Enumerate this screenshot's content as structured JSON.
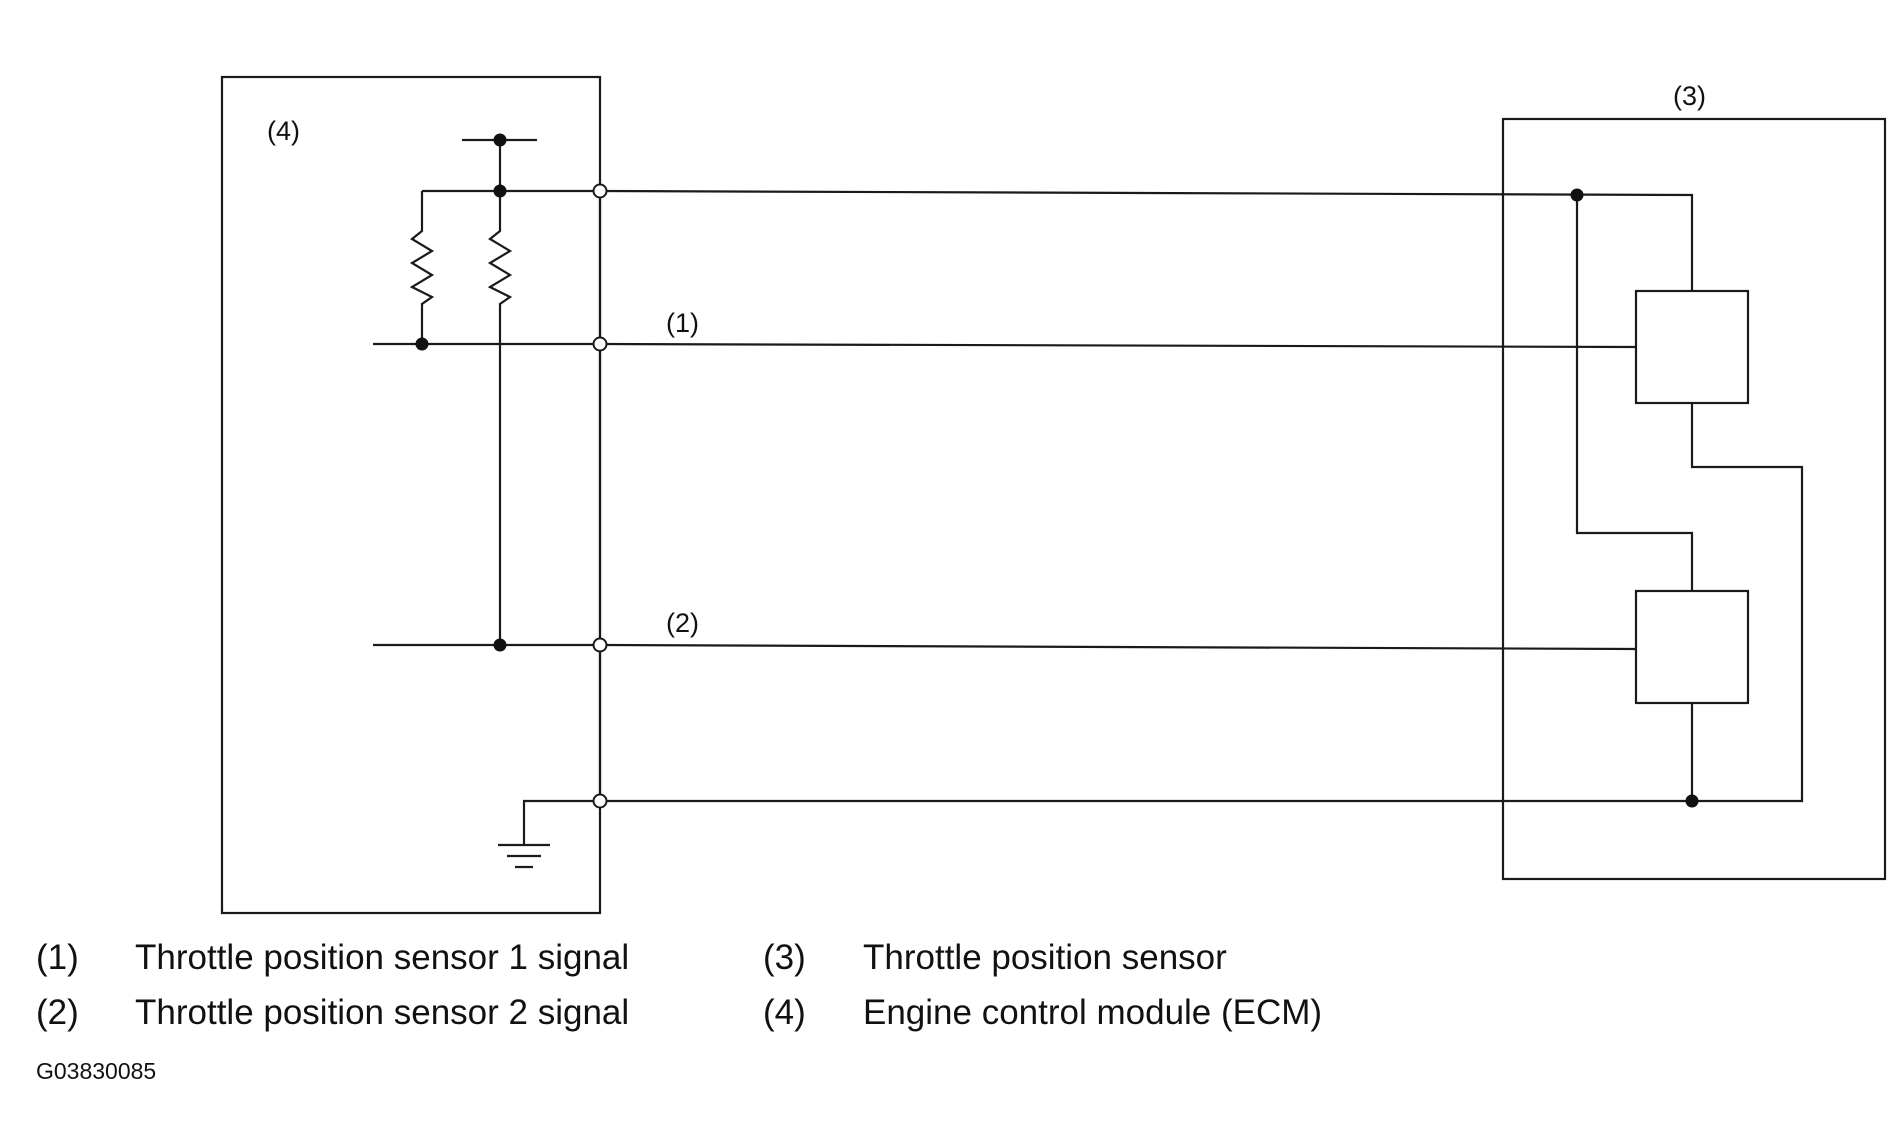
{
  "diagram": {
    "labels": {
      "ecm_ref": "(4)",
      "sensor_ref": "(3)",
      "wire1_ref": "(1)",
      "wire2_ref": "(2)"
    }
  },
  "legend": [
    {
      "num": "(1)",
      "text": "Throttle position sensor 1 signal"
    },
    {
      "num": "(2)",
      "text": "Throttle position sensor 2 signal"
    },
    {
      "num": "(3)",
      "text": "Throttle position sensor"
    },
    {
      "num": "(4)",
      "text": "Engine control module (ECM)"
    }
  ],
  "figure_code": "G03830085"
}
